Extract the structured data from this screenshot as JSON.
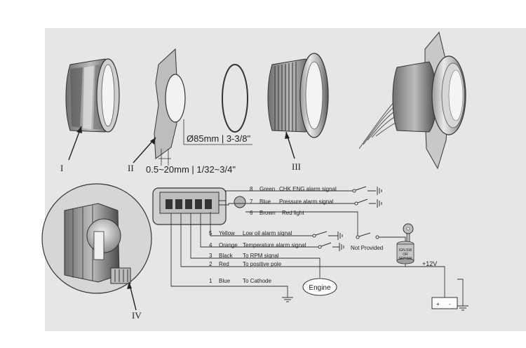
{
  "parts": {
    "roman_1": "I",
    "roman_2": "II",
    "roman_3": "III",
    "roman_4": "IV",
    "diameter": "Ø85mm | 3-3/8\"",
    "thickness": "0.5~20mm | 1/32~3/4\""
  },
  "wires": [
    {
      "num": "8",
      "color": "Green",
      "label": "CHK ENG alarm signal"
    },
    {
      "num": "7",
      "color": "Blue",
      "label": "Pressure alarm signal"
    },
    {
      "num": "6",
      "color": "Brown",
      "label": "Red light"
    },
    {
      "num": "5",
      "color": "Yellow",
      "label": "Low oil alarm signal"
    },
    {
      "num": "4",
      "color": "Orange",
      "label": "Temperature alarm signal"
    },
    {
      "num": "3",
      "color": "Black",
      "label": "To RPM signal"
    },
    {
      "num": "2",
      "color": "Red",
      "label": "To positive pole"
    },
    {
      "num": "1",
      "color": "Blue",
      "label": "To Cathode"
    }
  ],
  "labels": {
    "not_provided": "Not Provided",
    "engine": "Engine",
    "plus12v": "+12V",
    "ign_1": "IGN.SW",
    "ign_2": "OR",
    "ign_3": "SEP.SW",
    "battery_plus": "+",
    "battery_minus": "-"
  },
  "colors": {
    "background": "#ffffff",
    "panel": "#e6e6e6",
    "ink": "#222222"
  }
}
